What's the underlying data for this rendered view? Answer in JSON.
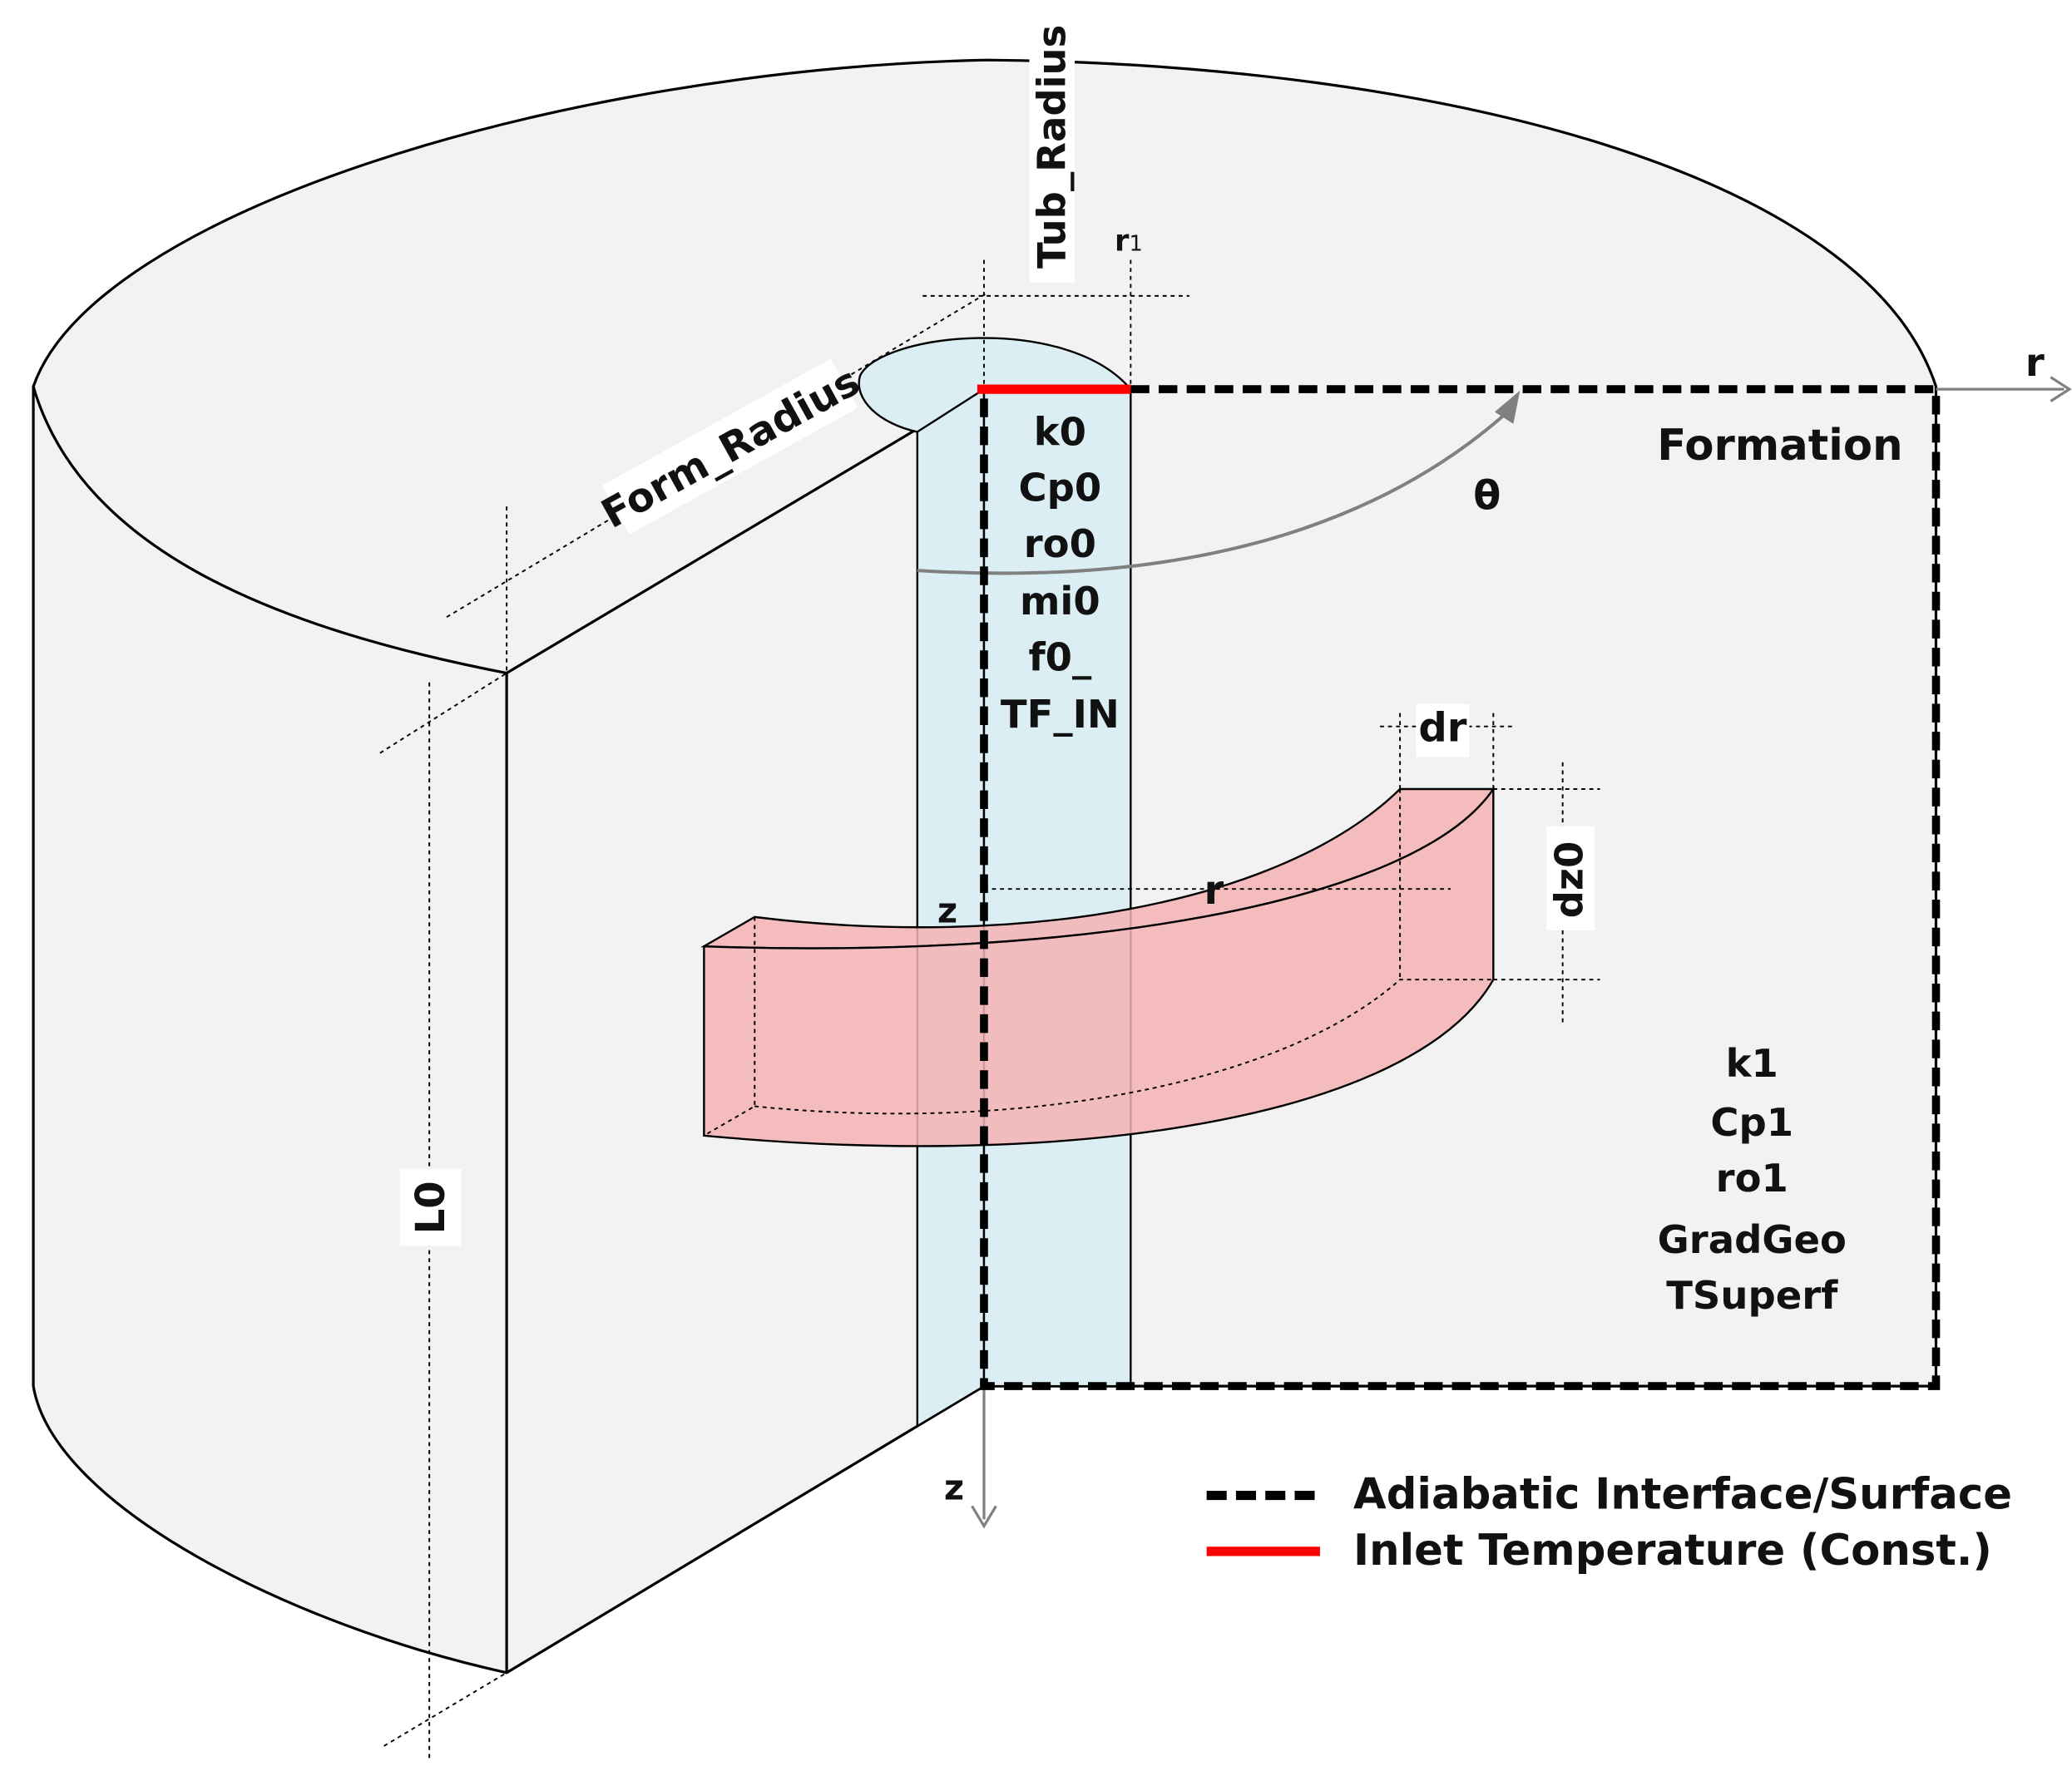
{
  "colors": {
    "formation_fill": "#f2f2f2",
    "tubing_fill": "#dbeef4",
    "element_fill": "#f4b3b3",
    "adiabatic": "#000000",
    "inlet": "#ff0000",
    "axis": "#808080"
  },
  "labels": {
    "tub_radius": "Tub_Radius",
    "form_radius": "Form_Radius",
    "r1": "r",
    "r1_sub": "1",
    "r_axis": "r",
    "z_axis": "z",
    "z_mark": "z",
    "r_mark": "r",
    "theta": "θ",
    "formation": "Formation",
    "dr": "dr",
    "dz0": "dz0",
    "l0": "L0"
  },
  "tubing_props": [
    "k0",
    "Cp0",
    "ro0",
    "mi0",
    "f0_",
    "TF_IN"
  ],
  "formation_props": [
    "k1",
    "Cp1",
    "ro1",
    "GradGeo",
    "TSuperf"
  ],
  "legend": {
    "adiabatic": "Adiabatic Interface/Surface",
    "inlet": "Inlet Temperature (Const.)"
  }
}
